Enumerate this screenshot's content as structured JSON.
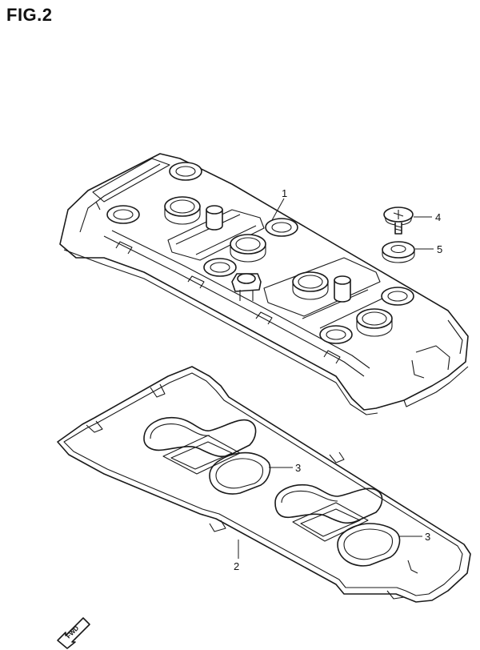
{
  "figure": {
    "title": "FIG.2"
  },
  "callouts": [
    {
      "id": "1",
      "label": "1"
    },
    {
      "id": "2",
      "label": "2"
    },
    {
      "id": "3a",
      "label": "3"
    },
    {
      "id": "3b",
      "label": "3"
    },
    {
      "id": "4",
      "label": "4"
    },
    {
      "id": "5",
      "label": "5"
    }
  ],
  "direction_marker": {
    "label": "FWD",
    "icon": "forward-arrow-icon"
  }
}
